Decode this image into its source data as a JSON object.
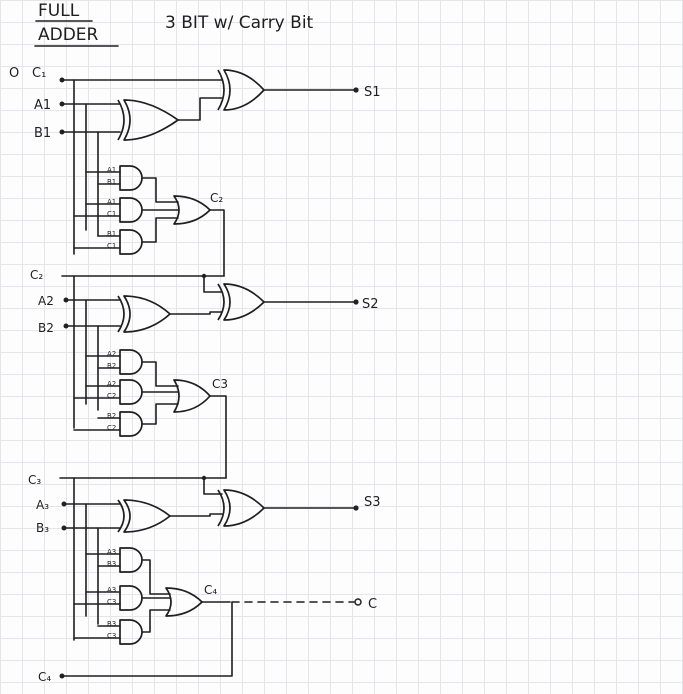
{
  "title": {
    "line1": "FULL",
    "line2": "ADDER",
    "subtitle": "3 BIT  w/  Carry  Bit"
  },
  "stages": [
    {
      "cin": "C₁",
      "a": "A1",
      "b": "B1",
      "sum": "S1",
      "cout": "C₂",
      "and_labels": [
        [
          "A1",
          "B1"
        ],
        [
          "A1",
          "C1"
        ],
        [
          "B1",
          "C1"
        ]
      ]
    },
    {
      "cin": "C₂",
      "a": "A2",
      "b": "B2",
      "sum": "S2",
      "cout": "C3",
      "and_labels": [
        [
          "A2",
          "B2"
        ],
        [
          "A2",
          "C2"
        ],
        [
          "B2",
          "C2"
        ]
      ]
    },
    {
      "cin": "C₃",
      "a": "A₃",
      "b": "B₃",
      "sum": "S3",
      "cout": "C₄",
      "and_labels": [
        [
          "A3",
          "B3"
        ],
        [
          "A3",
          "C3"
        ],
        [
          "B3",
          "C3"
        ]
      ]
    }
  ],
  "carry_out_label": "C",
  "bottom_label": "C₄",
  "marker": "O"
}
